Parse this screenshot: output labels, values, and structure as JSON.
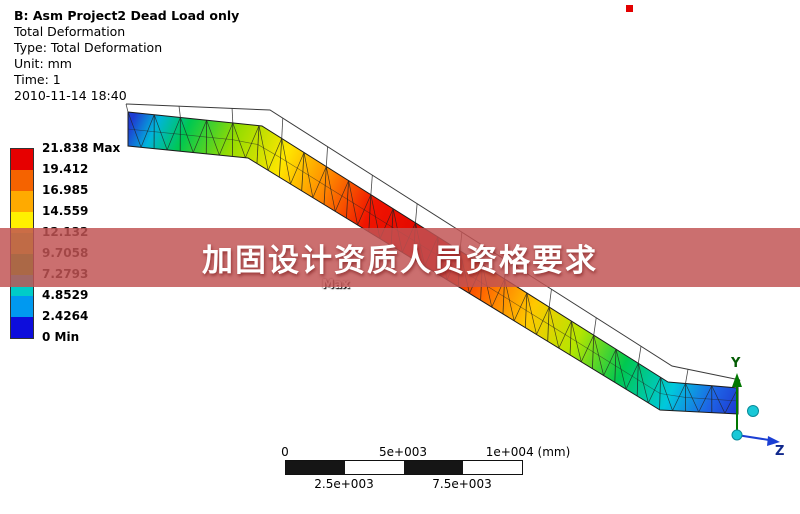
{
  "header": {
    "lines": [
      "B: Asm Project2 Dead Load only",
      "Total Deformation",
      "Type: Total Deformation",
      "Unit: mm",
      "Time: 1",
      "2010-11-14 18:40"
    ]
  },
  "legend": {
    "labels": [
      "21.838 Max",
      "19.412",
      "16.985",
      "14.559",
      "12.132",
      "9.7058",
      "7.2793",
      "4.8529",
      "2.4264",
      "0 Min"
    ],
    "colors": [
      "#e60000",
      "#f56300",
      "#ffaa00",
      "#fff000",
      "#b9e600",
      "#39d200",
      "#00ccc8",
      "#0099f0",
      "#0d0ddc"
    ]
  },
  "banner": {
    "text": "加固设计资质人员资格要求",
    "bg": "rgba(193,84,84,0.84)"
  },
  "annotations": {
    "max_label": "Max"
  },
  "scale_bar": {
    "top_labels": [
      "0",
      "5e+003",
      "1e+004 (mm)"
    ],
    "bottom_labels": [
      "2.5e+003",
      "7.5e+003"
    ]
  },
  "triad": {
    "y_label": "Y",
    "z_label": "Z"
  },
  "colors": {
    "marker_red": "#e30000",
    "contour_max": "#dc0000",
    "contour_min": "#1e3cd2"
  }
}
